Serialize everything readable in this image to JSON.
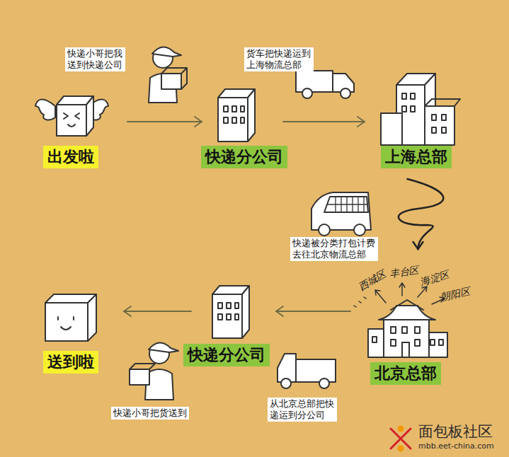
{
  "diagram": {
    "nodes": [
      {
        "text": [
          "出发啦"
        ]
      },
      {
        "text": [
          "快递分公司"
        ]
      },
      {
        "text": [
          "上海总部"
        ]
      },
      {
        "text": [
          "北京总部"
        ]
      },
      {
        "text": [
          "快递分公司"
        ]
      },
      {
        "text": [
          "送到啦"
        ]
      }
    ],
    "edges": [
      {
        "from": 0,
        "to": 1,
        "arrow": "to"
      },
      {
        "from": 1,
        "to": 2,
        "arrow": "to"
      },
      {
        "from": 2,
        "to": 3,
        "arrow": "to"
      },
      {
        "from": 3,
        "to": 4,
        "arrow": "to"
      },
      {
        "from": 4,
        "to": 5,
        "arrow": "to"
      }
    ],
    "labels": [
      "快递小哥把我送到快递公司",
      "货车把快递运到上海物流总部",
      "快递被分类打包计费去往北京物流总部",
      "从北京总部把快递运到分公司",
      "快递小哥把货送到",
      "西城区",
      "丰台区",
      "海淀区",
      "朝阳区",
      "面包板社区",
      "mbb.eet-china.com"
    ]
  }
}
